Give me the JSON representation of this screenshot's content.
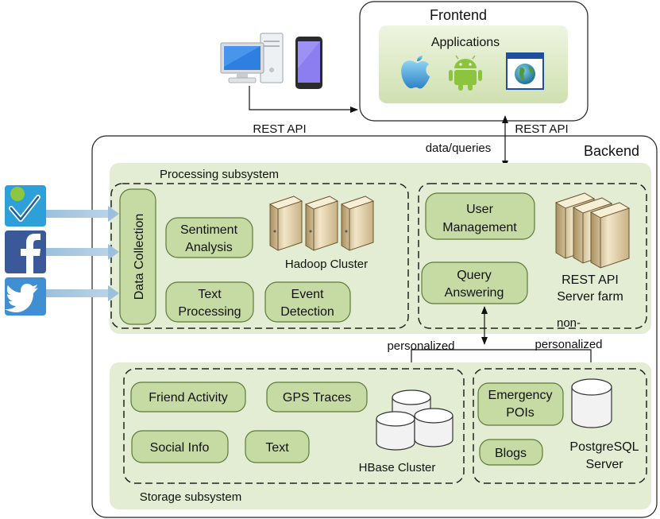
{
  "frontend": {
    "title": "Frontend",
    "applications_label": "Applications",
    "app_icons": [
      "apple-icon",
      "android-icon",
      "web-browser-icon"
    ]
  },
  "client_devices": [
    "desktop-computer-icon",
    "smartphone-icon"
  ],
  "connections": {
    "client_api": "REST API",
    "frontend_api": "REST API",
    "data_queries": "data/queries",
    "personalized": "personalized",
    "non_personalized_line1": "non-",
    "non_personalized_line2": "personalized"
  },
  "backend": {
    "title": "Backend",
    "processing": {
      "title": "Processing subsystem",
      "data_collection": "Data Collection",
      "sentiment_line1": "Sentiment",
      "sentiment_line2": "Analysis",
      "text_proc_line1": "Text",
      "text_proc_line2": "Processing",
      "event_line1": "Event",
      "event_line2": "Detection",
      "hadoop": "Hadoop Cluster"
    },
    "api_server": {
      "user_mgmt_line1": "User",
      "user_mgmt_line2": "Management",
      "query_line1": "Query",
      "query_line2": "Answering",
      "farm_line1": "REST API",
      "farm_line2": "Server farm"
    },
    "storage": {
      "title": "Storage subsystem",
      "friend_activity": "Friend Activity",
      "gps_traces": "GPS Traces",
      "social_info": "Social Info",
      "text": "Text",
      "hbase": "HBase Cluster",
      "emergency_line1": "Emergency",
      "emergency_line2": "POIs",
      "blogs": "Blogs",
      "postgres_line1": "PostgreSQL",
      "postgres_line2": "Server"
    }
  },
  "sources": [
    "foursquare-icon",
    "facebook-icon",
    "twitter-icon"
  ],
  "colors": {
    "panel_green": "#e3edd3",
    "box_green": "#c6dba4",
    "box_border": "#5d7a3a",
    "arrow_blue": "#9cc0dc"
  }
}
